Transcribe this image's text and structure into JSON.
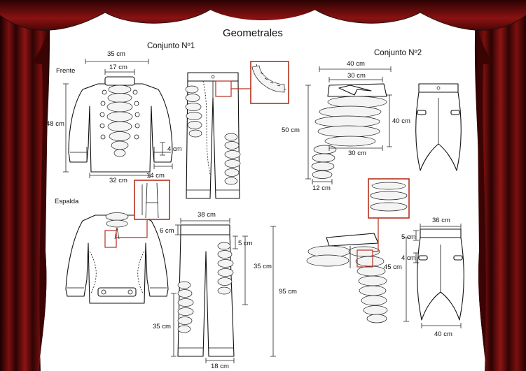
{
  "title": "Geometrales",
  "set1": {
    "title": "Conjunto Nº1",
    "front_label": "Frente",
    "back_label": "Espalda",
    "dims": {
      "jacket_width": "35 cm",
      "collar_width": "17 cm",
      "jacket_height": "48 cm",
      "cuff": "4 cm",
      "hem": "32 cm",
      "sleeve_end": "14 cm",
      "pants_waist": "38 cm",
      "waistband": "6 cm",
      "pocket": "5 cm",
      "rise": "35 cm",
      "total_length": "95 cm",
      "lower_leg": "35 cm",
      "leg_opening": "18 cm"
    }
  },
  "set2": {
    "title": "Conjunto Nº2",
    "dims": {
      "top_width": "40 cm",
      "collar_width": "30 cm",
      "top_length": "50 cm",
      "body_height": "40 cm",
      "lower_width": "30 cm",
      "sleeve_cuff": "12 cm",
      "pants_waist": "36 cm",
      "waistband": "5 cm",
      "pocket": "4 cm",
      "pants_length": "45 cm",
      "hem_width": "40 cm"
    }
  },
  "colors": {
    "curtain": "#6e0c0c",
    "callout": "#b5301f",
    "paper": "#ffffff"
  }
}
